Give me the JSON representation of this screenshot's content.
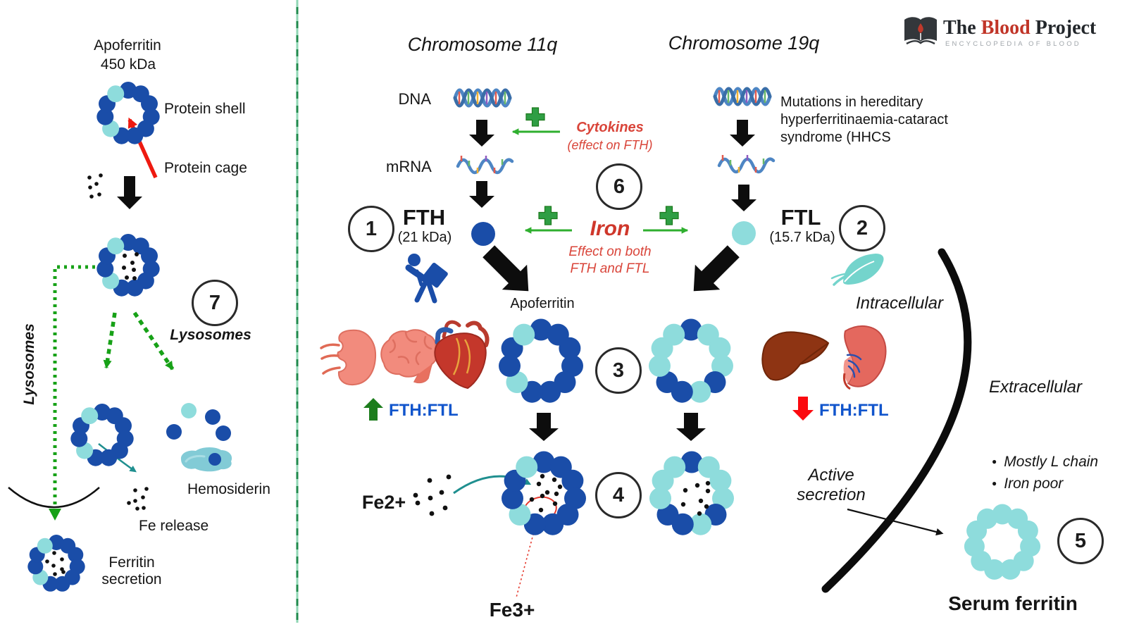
{
  "colors": {
    "blue": "#1a4da8",
    "teal": "#8edcdc",
    "green_path": "#17a117",
    "green_bright": "#2faf2f",
    "plus_green": "#2f9e44",
    "dark_green": "#1d7d1d",
    "red_arrow": "#ee1a10",
    "red_bright": "#fb0a0f",
    "salmon_text": "#d9453a",
    "iron_red_text": "#cf372b",
    "ratio_blue_text": "#1155cc",
    "membrane_black": "#0c0c0c",
    "logo_red": "#c13528",
    "logo_dark": "#23272b"
  },
  "logo": {
    "the": "The ",
    "blood": "Blood",
    "project": " Project",
    "tagline": "ENCYCLOPEDIA OF BLOOD"
  },
  "steps": {
    "s1": "1",
    "s2": "2",
    "s3": "3",
    "s4": "4",
    "s5": "5",
    "s6": "6",
    "s7": "7"
  },
  "left": {
    "apoferritin_title": "Apoferritin",
    "apoferritin_mass": "450 kDa",
    "protein_shell": "Protein shell",
    "protein_cage": "Protein cage",
    "lysosomes_vertical": "Lysosomes",
    "lysosomes_label": "Lysosomes",
    "hemosiderin": "Hemosiderin",
    "fe_release": "Fe release",
    "ferritin_secretion_l1": "Ferritin",
    "ferritin_secretion_l2": "secretion"
  },
  "main": {
    "chr11": "Chromosome 11q",
    "chr19": "Chromosome 19q",
    "dna": "DNA",
    "mrna": "mRNA",
    "cytokines": "Cytokines",
    "cytokines_sub": "(effect on FTH)",
    "fth": "FTH",
    "fth_mass": "(21 kDa)",
    "ftl": "FTL",
    "ftl_mass": "(15.7 kDa)",
    "iron": "Iron",
    "iron_sub1": "Effect on both",
    "iron_sub2": "FTH and FTL",
    "mutations_l1": "Mutations in hereditary",
    "mutations_l2": "hyperferritinaemia-cataract",
    "mutations_l3": "syndrome (HHCS",
    "apoferritin": "Apoferritin",
    "fth_ftl_left": "FTH:FTL",
    "fth_ftl_right": "FTH:FTL",
    "fe2": "Fe2+",
    "fe3": "Fe3+",
    "intracellular": "Intracellular",
    "extracellular": "Extracellular",
    "active_l1": "Active",
    "active_l2": "secretion",
    "bullet1": "Mostly L chain",
    "bullet2": "Iron poor",
    "serum_ferritin": "Serum ferritin"
  },
  "icons": {
    "dna": "double-helix-icon",
    "mrna": "single-strand-rna-icon",
    "kidney": "kidney-icon",
    "brain": "brain-icon",
    "heart": "heart-icon",
    "liver": "liver-icon",
    "spleen": "spleen-icon",
    "feather": "feather-icon",
    "person": "person-carrying-load-icon",
    "book": "open-book-blood-drop-icon",
    "hemosiderin": "hemosiderin-blob-icon"
  }
}
